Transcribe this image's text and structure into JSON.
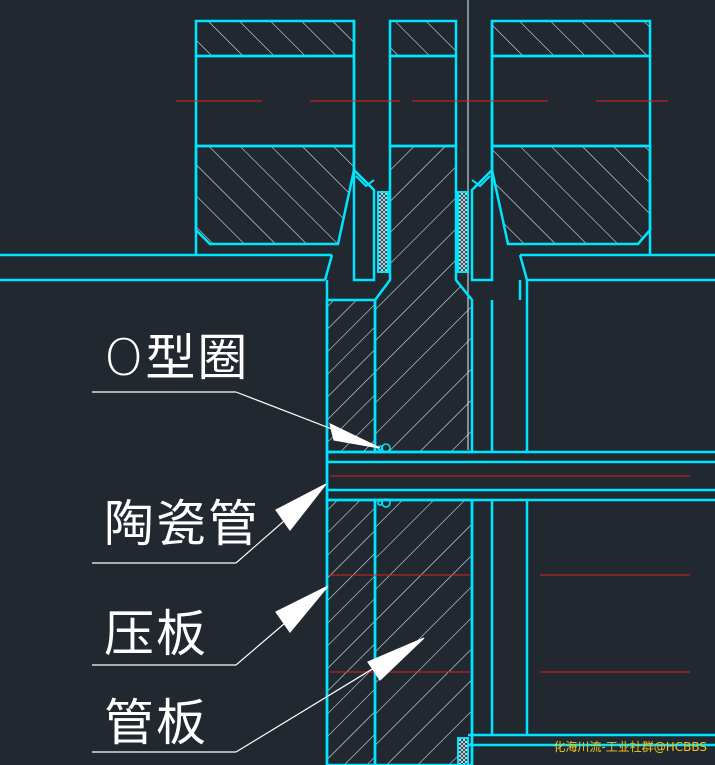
{
  "labels": {
    "o_ring": "O型圈",
    "ceramic_tube": "陶瓷管",
    "pressure_plate": "压板",
    "tube_sheet": "管板"
  },
  "watermark": "化海川流-工业社群@HCBBS",
  "colors": {
    "background": "#212830",
    "outline": "#00e5ff",
    "centerline": "#e02020",
    "hatch": "#d8f4ff",
    "leader": "#ffffff",
    "watermark": "#f5c518"
  }
}
